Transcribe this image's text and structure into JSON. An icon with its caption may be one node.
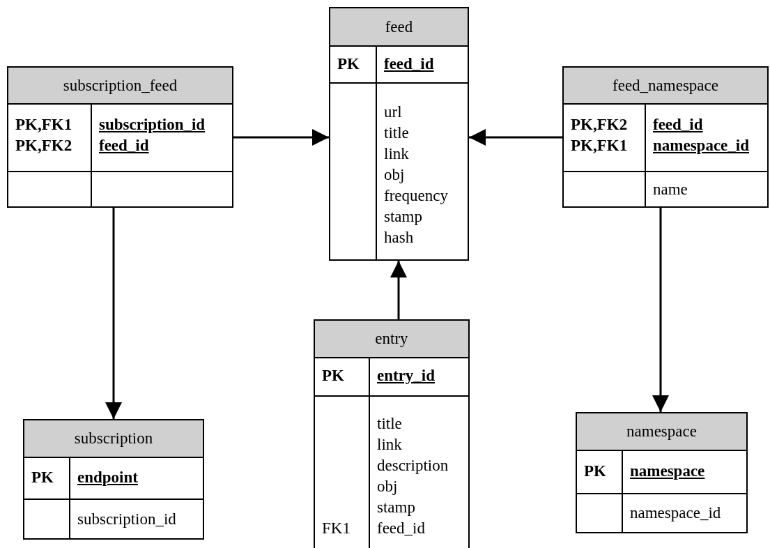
{
  "diagram": {
    "nodes": [
      {
        "text": [
          "feed",
          "PK",
          "feed_id",
          "url",
          "title",
          "link",
          "obj",
          "frequency",
          "stamp",
          "hash"
        ]
      },
      {
        "text": [
          "subscription_feed",
          "PK,FK1",
          "subscription_id",
          "PK,FK2",
          "feed_id"
        ]
      },
      {
        "text": [
          "feed_namespace",
          "PK,FK2",
          "feed_id",
          "PK,FK1",
          "namespace_id",
          "name"
        ]
      },
      {
        "text": [
          "entry",
          "PK",
          "entry_id",
          "title",
          "link",
          "description",
          "obj",
          "stamp",
          "FK1",
          "feed_id"
        ]
      },
      {
        "text": [
          "subscription",
          "PK",
          "endpoint",
          "subscription_id"
        ]
      },
      {
        "text": [
          "namespace",
          "PK",
          "namespace",
          "namespace_id"
        ]
      }
    ],
    "edges": [
      {
        "from": 1,
        "to": 0,
        "arrow": "to"
      },
      {
        "from": 2,
        "to": 0,
        "arrow": "to"
      },
      {
        "from": 3,
        "to": 0,
        "arrow": "to"
      },
      {
        "from": 1,
        "to": 4,
        "arrow": "to"
      },
      {
        "from": 2,
        "to": 5,
        "arrow": "to"
      }
    ]
  }
}
